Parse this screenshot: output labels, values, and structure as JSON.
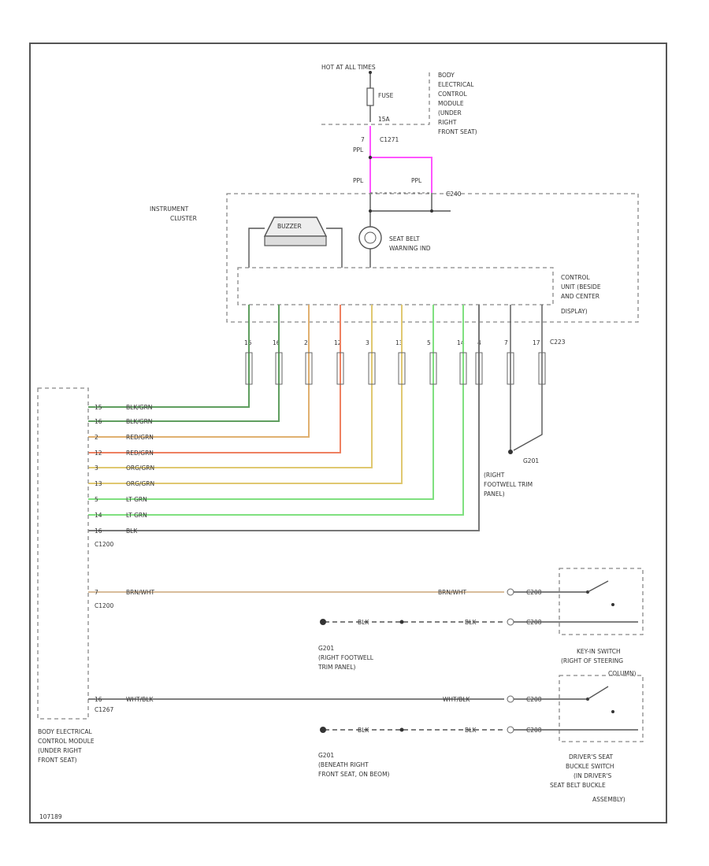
{
  "power": {
    "hot_at_all_times": "HOT AT ALL TIMES",
    "fuse_label": "FUSE",
    "fuse_amps": "15A",
    "module_title": [
      "BODY",
      "ELECTRICAL",
      "CONTROL",
      "MODULE",
      "(UNDER",
      "RIGHT",
      "FRONT SEAT)"
    ],
    "c1271": "C1271",
    "pin7": "7",
    "ppl_a": "PPL",
    "ppl_b": "PPL",
    "ppl_c": "PPL",
    "c240": "C240"
  },
  "cluster": {
    "title": [
      "INSTRUMENT",
      "CLUSTER"
    ],
    "buzzer": "BUZZER",
    "seat_belt_warning": [
      "SEAT BELT",
      "WARNING IND"
    ],
    "control_unit": [
      "CONTROL",
      "UNIT (BESIDE",
      "AND CENTER",
      "DISPLAY)"
    ],
    "pins": [
      "15",
      "16",
      "2",
      "12",
      "3",
      "13",
      "5",
      "14",
      "4",
      "7",
      "17"
    ],
    "c223": "C223"
  },
  "wires": [
    {
      "pin": "15",
      "color_name": "BLK/GRN",
      "hex": "#5f9e5f"
    },
    {
      "pin": "16",
      "color_name": "BLK/GRN",
      "hex": "#5f9e5f"
    },
    {
      "pin": "2",
      "color_name": "RED/GRN",
      "hex": "#e0b070"
    },
    {
      "pin": "12",
      "color_name": "RED/GRN",
      "hex": "#ee8060"
    },
    {
      "pin": "3",
      "color_name": "ORG/GRN",
      "hex": "#e0c870"
    },
    {
      "pin": "13",
      "color_name": "ORG/GRN",
      "hex": "#e0c870"
    },
    {
      "pin": "5",
      "color_name": "LT GRN",
      "hex": "#7fe07f"
    },
    {
      "pin": "14",
      "color_name": "LT GRN",
      "hex": "#7fe07f"
    },
    {
      "pin": "16",
      "color_name": "BLK",
      "hex": "#777777"
    }
  ],
  "connectors": {
    "c1200a": "C1200",
    "c1200b": "C1200",
    "c1267": "C1267"
  },
  "ground_g201": {
    "label": "G201",
    "location": [
      "(RIGHT",
      "FOOTWELL TRIM",
      "PANEL)"
    ]
  },
  "key_switch": {
    "pin": "7",
    "wire": "BRN/WHT",
    "wire_far": "BRN/WHT",
    "blk": "BLK",
    "blk_far": "BLK",
    "gnd_label": "G201",
    "gnd_location": [
      "(RIGHT FOOTWELL",
      "TRIM PANEL)"
    ],
    "title": [
      "KEY-IN SWITCH",
      "(RIGHT OF STEERING",
      "COLUMN)"
    ],
    "conn": "C208",
    "conn2": "C208"
  },
  "buckle_switch": {
    "pin": "16",
    "wire": "WHT/BLK",
    "wire_far": "WHT/BLK",
    "blk": "BLK",
    "blk_far": "BLK",
    "gnd_label": "G201",
    "gnd_location": [
      "(BENEATH RIGHT",
      "FRONT SEAT, ON BEOM)"
    ],
    "title": [
      "DRIVER'S SEAT",
      "BUCKLE SWITCH",
      "(IN DRIVER'S",
      "SEAT BELT BUCKLE",
      "ASSEMBLY)"
    ],
    "conn": "C208",
    "conn2": "C208"
  },
  "bcm_bottom": {
    "title": [
      "BODY ELECTRICAL",
      "CONTROL MODULE",
      "(UNDER RIGHT",
      "FRONT SEAT)"
    ]
  },
  "footer_code": "107189",
  "colors": {
    "power_wire": "#ff55ff",
    "frame": "#555555"
  }
}
